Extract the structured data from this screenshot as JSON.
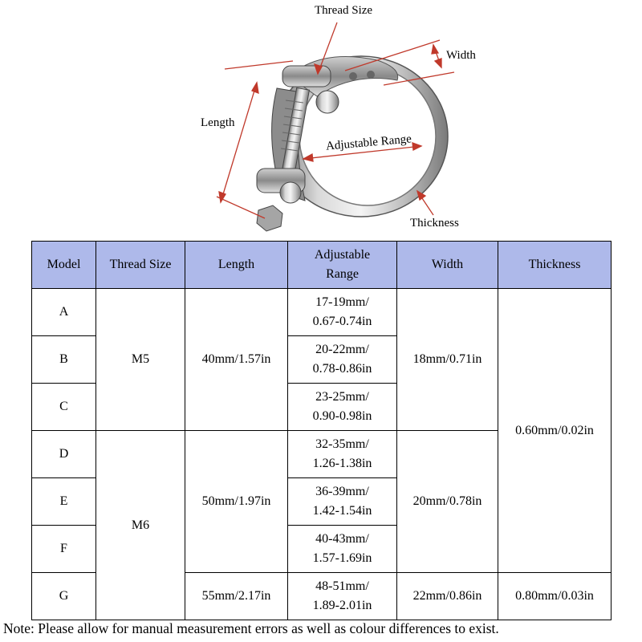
{
  "diagram": {
    "labels": {
      "thread_size": "Thread Size",
      "width": "Width",
      "length": "Length",
      "adjustable_range": "Adjustable Range",
      "thickness": "Thickness"
    },
    "arrow_color": "#c0392b"
  },
  "table": {
    "header_bg": "#aeb9ea",
    "headers": {
      "model": "Model",
      "thread_size": "Thread Size",
      "length": "Length",
      "adjustable_range": "Adjustable Range",
      "width": "Width",
      "thickness": "Thickness"
    },
    "models": [
      "A",
      "B",
      "C",
      "D",
      "E",
      "F",
      "G"
    ],
    "thread_sizes": [
      "M5",
      "M6"
    ],
    "lengths": [
      "40mm/1.57in",
      "50mm/1.97in",
      "55mm/2.17in"
    ],
    "ranges": [
      {
        "mm": "17-19mm/",
        "in": "0.67-0.74in"
      },
      {
        "mm": "20-22mm/",
        "in": "0.78-0.86in"
      },
      {
        "mm": "23-25mm/",
        "in": "0.90-0.98in"
      },
      {
        "mm": "32-35mm/",
        "in": "1.26-1.38in"
      },
      {
        "mm": "36-39mm/",
        "in": "1.42-1.54in"
      },
      {
        "mm": "40-43mm/",
        "in": "1.57-1.69in"
      },
      {
        "mm": "48-51mm/",
        "in": "1.89-2.01in"
      }
    ],
    "widths": [
      "18mm/0.71in",
      "20mm/0.78in",
      "22mm/0.86in"
    ],
    "thicknesses": [
      "0.60mm/0.02in",
      "0.80mm/0.03in"
    ]
  },
  "note": "Note: Please allow for manual measurement errors as well as colour differences to exist."
}
